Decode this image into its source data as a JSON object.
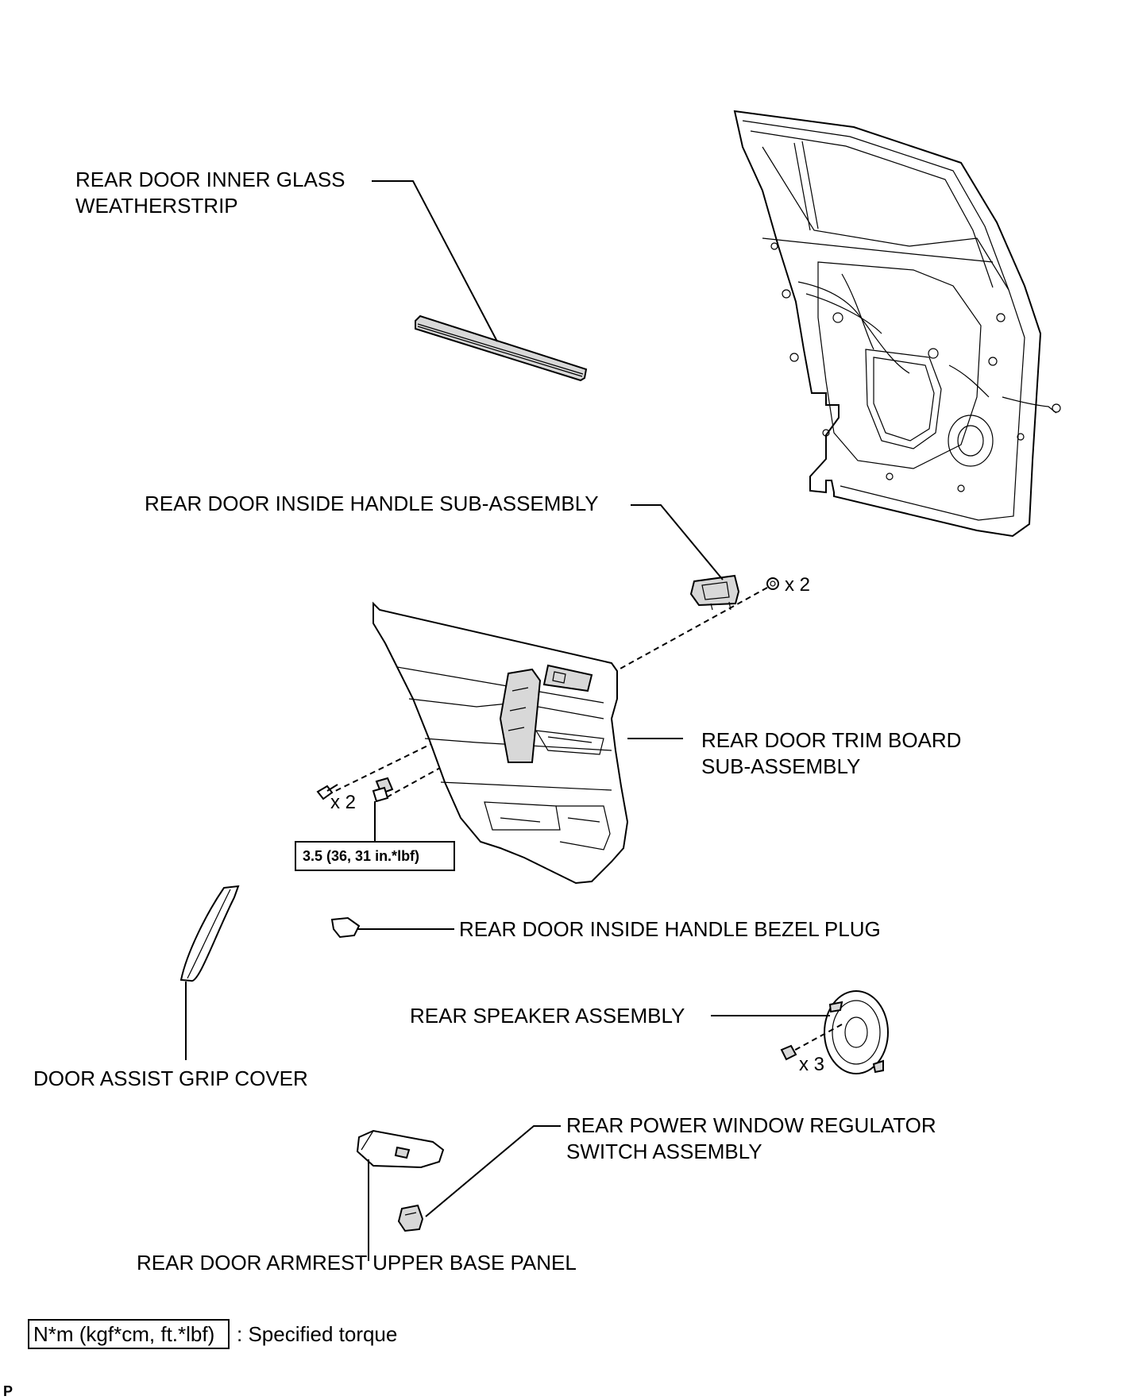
{
  "labels": {
    "inner_glass_weatherstrip_1": "REAR DOOR INNER GLASS",
    "inner_glass_weatherstrip_2": "WEATHERSTRIP",
    "inside_handle": "REAR DOOR INSIDE HANDLE SUB-ASSEMBLY",
    "trim_board_1": "REAR DOOR TRIM BOARD",
    "trim_board_2": "SUB-ASSEMBLY",
    "bezel_plug": "REAR DOOR INSIDE HANDLE BEZEL PLUG",
    "speaker": "REAR SPEAKER ASSEMBLY",
    "assist_grip_cover": "DOOR ASSIST GRIP COVER",
    "window_switch_1": "REAR POWER WINDOW REGULATOR",
    "window_switch_2": "SWITCH ASSEMBLY",
    "armrest_panel": "REAR DOOR ARMREST UPPER BASE PANEL"
  },
  "quantities": {
    "handle_clips": "x 2",
    "trim_screws": "x 2",
    "speaker_screws": "x 3"
  },
  "torque": {
    "value": "3.5 (36, 31 in.*lbf)"
  },
  "legend": {
    "box": "N*m (kgf*cm, ft.*lbf)",
    "text": ": Specified torque"
  },
  "footer": {
    "letter": "P"
  }
}
